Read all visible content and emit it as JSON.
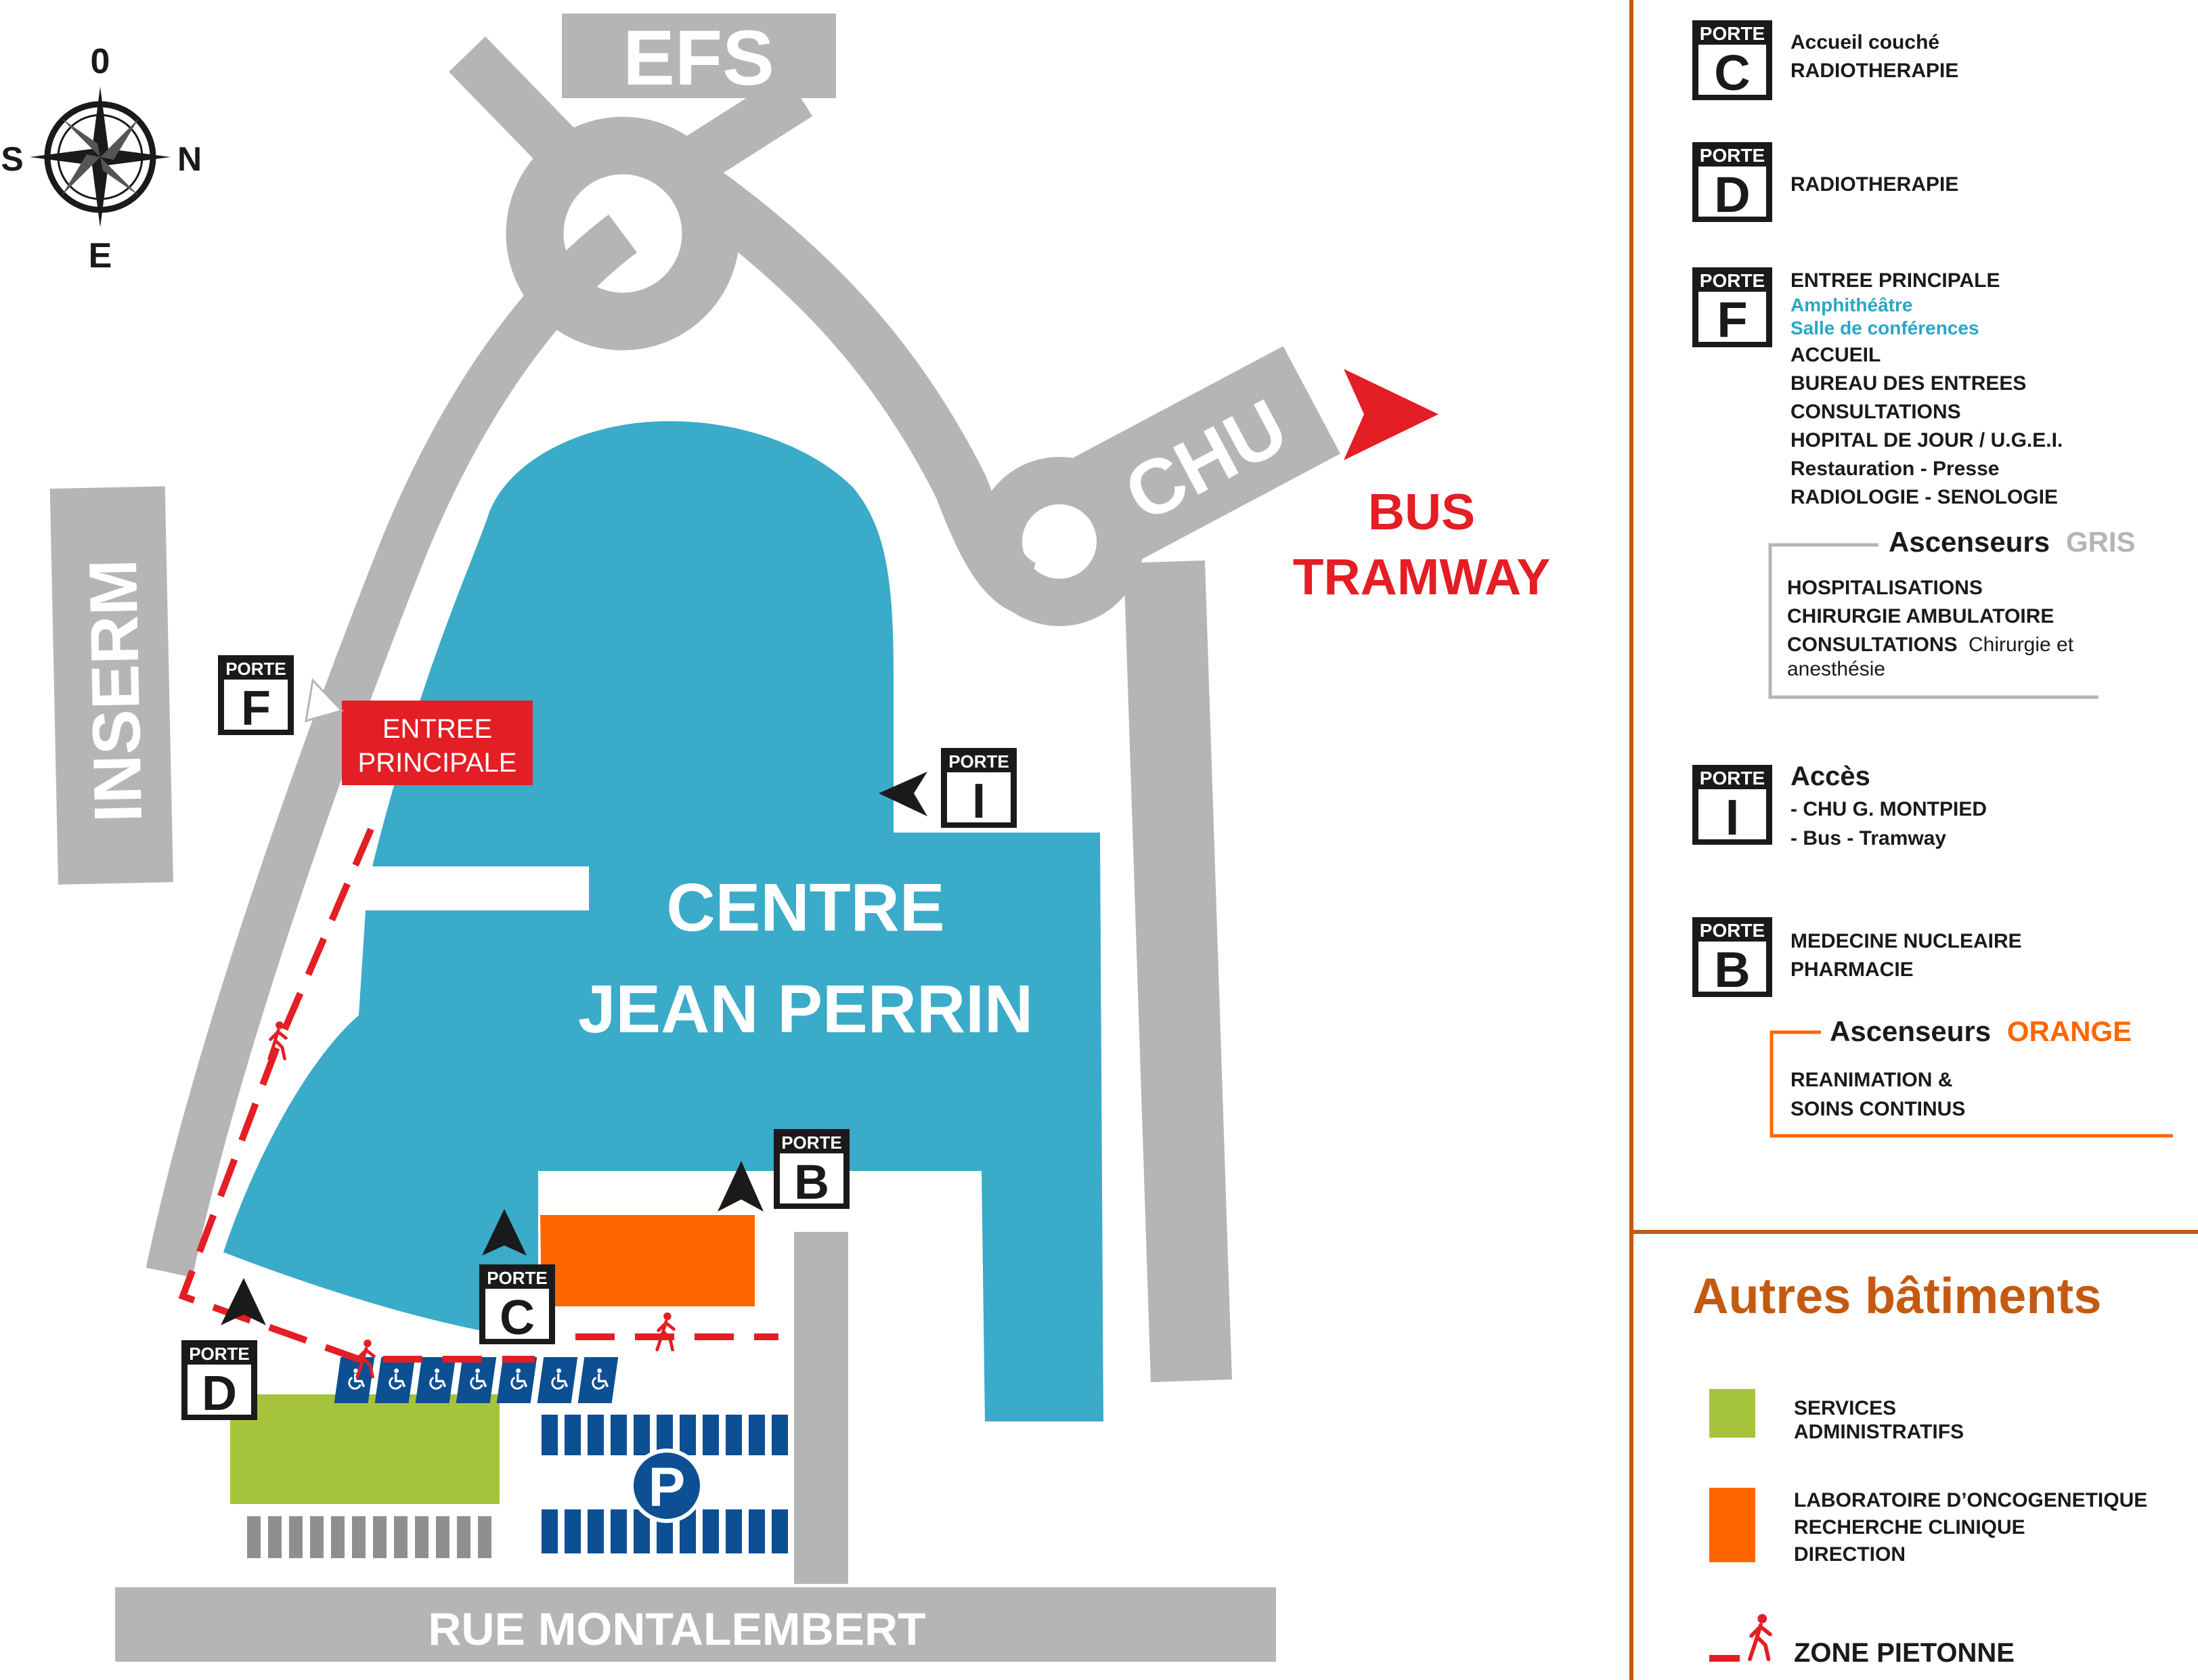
{
  "colors": {
    "road": "#b4b5b5",
    "building": "#3aabc8",
    "orange": "#ff6600",
    "green": "#a6c43b",
    "red": "#e31e24",
    "parking": "#0d4f93",
    "legend_border": "#c45a11",
    "dark": "#1a1a1a"
  },
  "compass": {
    "north": "N",
    "south": "S",
    "east": "E",
    "west": "0"
  },
  "roads": {
    "efs": "EFS",
    "chu": "CHU",
    "inserm": "INSERM",
    "rue": "RUE MONTALEMBERT"
  },
  "bus_tramway": {
    "line1": "BUS",
    "line2": "TRAMWAY"
  },
  "main_entrance": {
    "line1": "ENTREE",
    "line2": "PRINCIPALE"
  },
  "building_name": {
    "line1": "CENTRE",
    "line2": "JEAN PERRIN"
  },
  "parking_label": "P",
  "door_word": "PORTE",
  "map_doors": {
    "f": "F",
    "i": "I",
    "b": "B",
    "c": "C",
    "d": "D"
  },
  "legend": {
    "porte_c": {
      "letter": "C",
      "lines": [
        "Accueil couché",
        "RADIOTHERAPIE"
      ]
    },
    "porte_d": {
      "letter": "D",
      "lines": [
        "RADIOTHERAPIE"
      ]
    },
    "porte_f": {
      "letter": "F",
      "title": "ENTREE PRINCIPALE",
      "blue_lines": [
        "Amphithéâtre",
        "Salle de conférences"
      ],
      "lines": [
        "ACCUEIL",
        "BUREAU DES ENTREES",
        "CONSULTATIONS",
        "HOPITAL DE JOUR / U.G.E.I.",
        "Restauration - Presse",
        "RADIOLOGIE - SENOLOGIE"
      ]
    },
    "ascenseurs_gris": {
      "prefix": "Ascenseurs",
      "color_word": "GRIS",
      "lines": [
        "HOSPITALISATIONS",
        "CHIRURGIE AMBULATOIRE"
      ],
      "consult_bold": "CONSULTATIONS",
      "consult_normal": "Chirurgie et",
      "consult_line2": "anesthésie"
    },
    "porte_i": {
      "letter": "I",
      "title": "Accès",
      "lines": [
        "- CHU G. MONTPIED",
        "- Bus - Tramway"
      ]
    },
    "porte_b": {
      "letter": "B",
      "lines": [
        "MEDECINE NUCLEAIRE",
        "PHARMACIE"
      ]
    },
    "ascenseurs_orange": {
      "prefix": "Ascenseurs",
      "color_word": "ORANGE",
      "lines": [
        "REANIMATION &",
        "SOINS CONTINUS"
      ]
    },
    "autres": {
      "title": "Autres bâtiments",
      "admin": [
        "SERVICES",
        "ADMINISTRATIFS"
      ],
      "labo": [
        "LABORATOIRE D’ONCOGENETIQUE",
        "RECHERCHE CLINIQUE",
        "DIRECTION"
      ],
      "pieton": "ZONE PIETONNE"
    }
  }
}
